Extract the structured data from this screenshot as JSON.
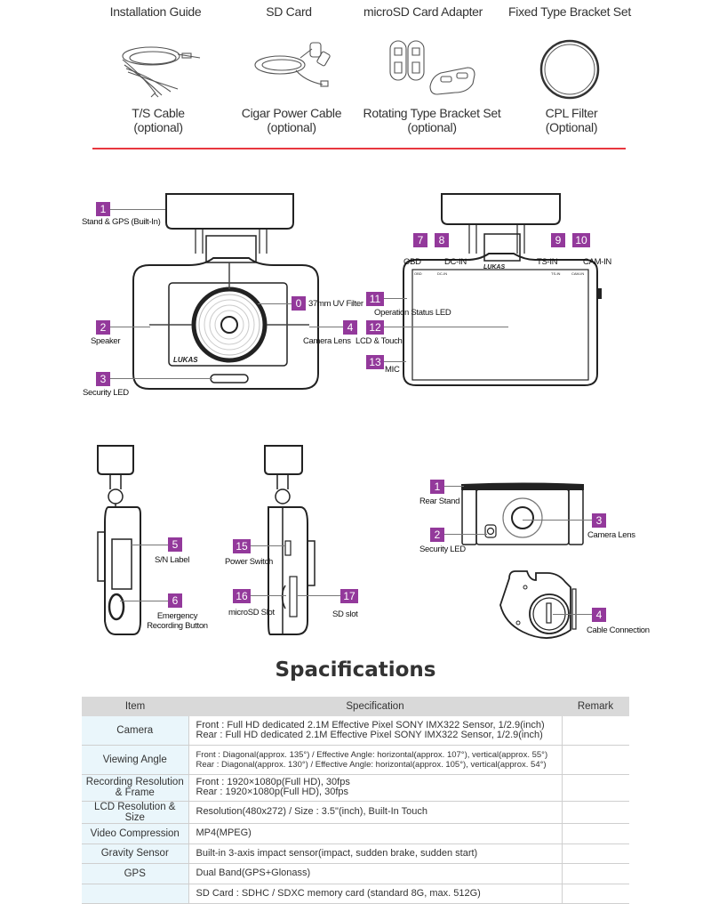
{
  "accessories": {
    "top_row": [
      "Installation Guide",
      "SD Card",
      "microSD Card Adapter",
      "Fixed Type Bracket Set"
    ],
    "items": [
      {
        "name": "T/S Cable",
        "note": "(optional)",
        "icon": "ts-cable-icon"
      },
      {
        "name": "Cigar Power Cable",
        "note": "(optional)",
        "icon": "cigar-power-cable-icon"
      },
      {
        "name": "Rotating Type Bracket Set",
        "note": "(optional)",
        "icon": "rotating-bracket-icon"
      },
      {
        "name": "CPL Filter",
        "note": "(Optional)",
        "icon": "cpl-filter-icon"
      }
    ],
    "divider_color": "#e8373f"
  },
  "diagram": {
    "badge_color": "#93399b",
    "brand": "LUKAS",
    "front": {
      "parts": [
        {
          "num": "1",
          "label": "Stand & GPS (Built-In)"
        },
        {
          "num": "0",
          "label": "37mm UV Filter"
        },
        {
          "num": "2",
          "label": "Speaker"
        },
        {
          "num": "4",
          "label": "Camera Lens"
        },
        {
          "num": "3",
          "label": "Security LED"
        }
      ]
    },
    "back": {
      "parts": [
        {
          "num": "7",
          "label": "OBD"
        },
        {
          "num": "8",
          "label": "DC-IN"
        },
        {
          "num": "9",
          "label": "TS-IN"
        },
        {
          "num": "10",
          "label": "CAM-IN"
        },
        {
          "num": "11",
          "label": "Operation Status LED"
        },
        {
          "num": "12",
          "label": "LCD & Touch"
        },
        {
          "num": "13",
          "label": "MIC"
        }
      ],
      "port_marks": [
        "OBD",
        "DC-IN",
        "TS-IN",
        "CAM-IN"
      ]
    },
    "left_side": {
      "parts": [
        {
          "num": "5",
          "label": "S/N Label"
        },
        {
          "num": "6",
          "label": "Emergency Recording Button"
        }
      ]
    },
    "right_side": {
      "parts": [
        {
          "num": "15",
          "label": "Power Switch"
        },
        {
          "num": "16",
          "label": "microSD Slot"
        },
        {
          "num": "17",
          "label": "SD slot"
        }
      ]
    },
    "rear_camera": {
      "parts": [
        {
          "num": "1",
          "label": "Rear Stand"
        },
        {
          "num": "2",
          "label": "Security LED"
        },
        {
          "num": "3",
          "label": "Camera Lens"
        },
        {
          "num": "4",
          "label": "Cable Connection"
        }
      ]
    }
  },
  "specifications": {
    "title": "Spacifications",
    "headers": [
      "Item",
      "Specification",
      "Remark"
    ],
    "rows": [
      {
        "item": "Camera",
        "spec": [
          "Front : Full HD dedicated 2.1M Effective Pixel SONY IMX322 Sensor, 1/2.9(inch)",
          "Rear : Full HD dedicated 2.1M Effective Pixel SONY IMX322 Sensor, 1/2.9(inch)"
        ],
        "remark": ""
      },
      {
        "item": "Viewing Angle",
        "spec": [
          "Front : Diagonal(approx. 135°) / Effective Angle: horizontal(approx. 107°), vertical(approx. 55°)",
          "Rear : Diagonal(approx. 130°) / Effective Angle: horizontal(approx. 105°), vertical(approx. 54°)"
        ],
        "remark": ""
      },
      {
        "item": "Recording Resolution & Frame",
        "spec": [
          "Front : 1920×1080p(Full HD), 30fps",
          "Rear : 1920×1080p(Full HD), 30fps"
        ],
        "remark": ""
      },
      {
        "item": "LCD Resolution & Size",
        "spec": [
          "Resolution(480x272) / Size : 3.5\"(inch), Built-In Touch"
        ],
        "remark": ""
      },
      {
        "item": "Video Compression",
        "spec": [
          "MP4(MPEG)"
        ],
        "remark": ""
      },
      {
        "item": "Gravity Sensor",
        "spec": [
          "Built-in 3-axis impact sensor(impact, sudden brake, sudden start)"
        ],
        "remark": ""
      },
      {
        "item": "GPS",
        "spec": [
          "Dual Band(GPS+Glonass)"
        ],
        "remark": ""
      },
      {
        "item": "",
        "spec": [
          "SD Card : SDHC / SDXC memory card (standard 8G, max. 512G)"
        ],
        "remark": ""
      }
    ]
  }
}
